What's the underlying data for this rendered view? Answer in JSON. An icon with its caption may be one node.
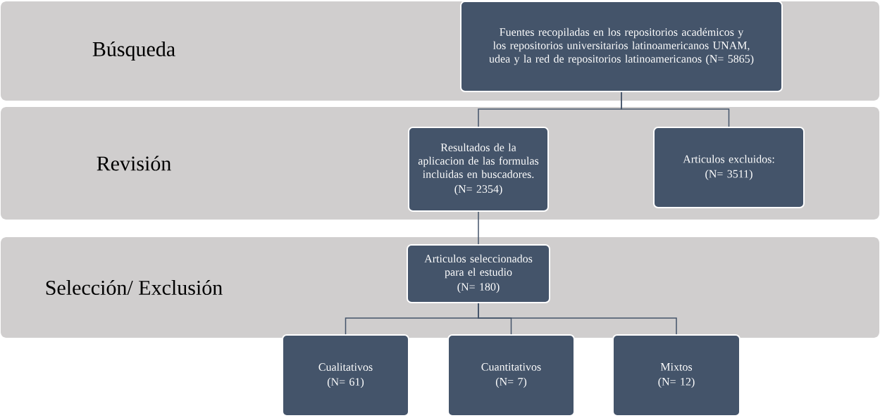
{
  "diagram": {
    "nodes": [
      {
        "text": [
          "Búsqueda"
        ]
      },
      {
        "text": [
          "Fuentes recopiladas en los repositorios académicos y los repositorios universitarios latinoamericanos UNAM, udea y la red de repositorios latinoamericanos (N= 5865)"
        ],
        "in": 0
      },
      {
        "text": [
          "Revisión"
        ]
      },
      {
        "text": [
          "Resultados de la aplicacion de las formulas incluidas en buscadores.",
          "(N= 2354)"
        ],
        "in": 2
      },
      {
        "text": [
          "Articulos excluidos:",
          "(N= 3511)"
        ],
        "in": 2
      },
      {
        "text": [
          "Selección/ Exclusión"
        ]
      },
      {
        "text": [
          "Articulos seleccionados para el estudio",
          "(N= 180)"
        ],
        "in": 5
      },
      {
        "text": [
          "Cualitativos",
          "(N= 61)"
        ]
      },
      {
        "text": [
          "Cuantitativos",
          "(N= 7)"
        ]
      },
      {
        "text": [
          "Mixtos",
          "(N= 12)"
        ]
      }
    ],
    "edges": [
      {
        "from": 1,
        "to": 3,
        "arrow": "none"
      },
      {
        "from": 1,
        "to": 4,
        "arrow": "none"
      },
      {
        "from": 3,
        "to": 6,
        "arrow": "none"
      },
      {
        "from": 6,
        "to": 7,
        "arrow": "none"
      },
      {
        "from": 6,
        "to": 8,
        "arrow": "none"
      },
      {
        "from": 6,
        "to": 9,
        "arrow": "none"
      }
    ]
  }
}
